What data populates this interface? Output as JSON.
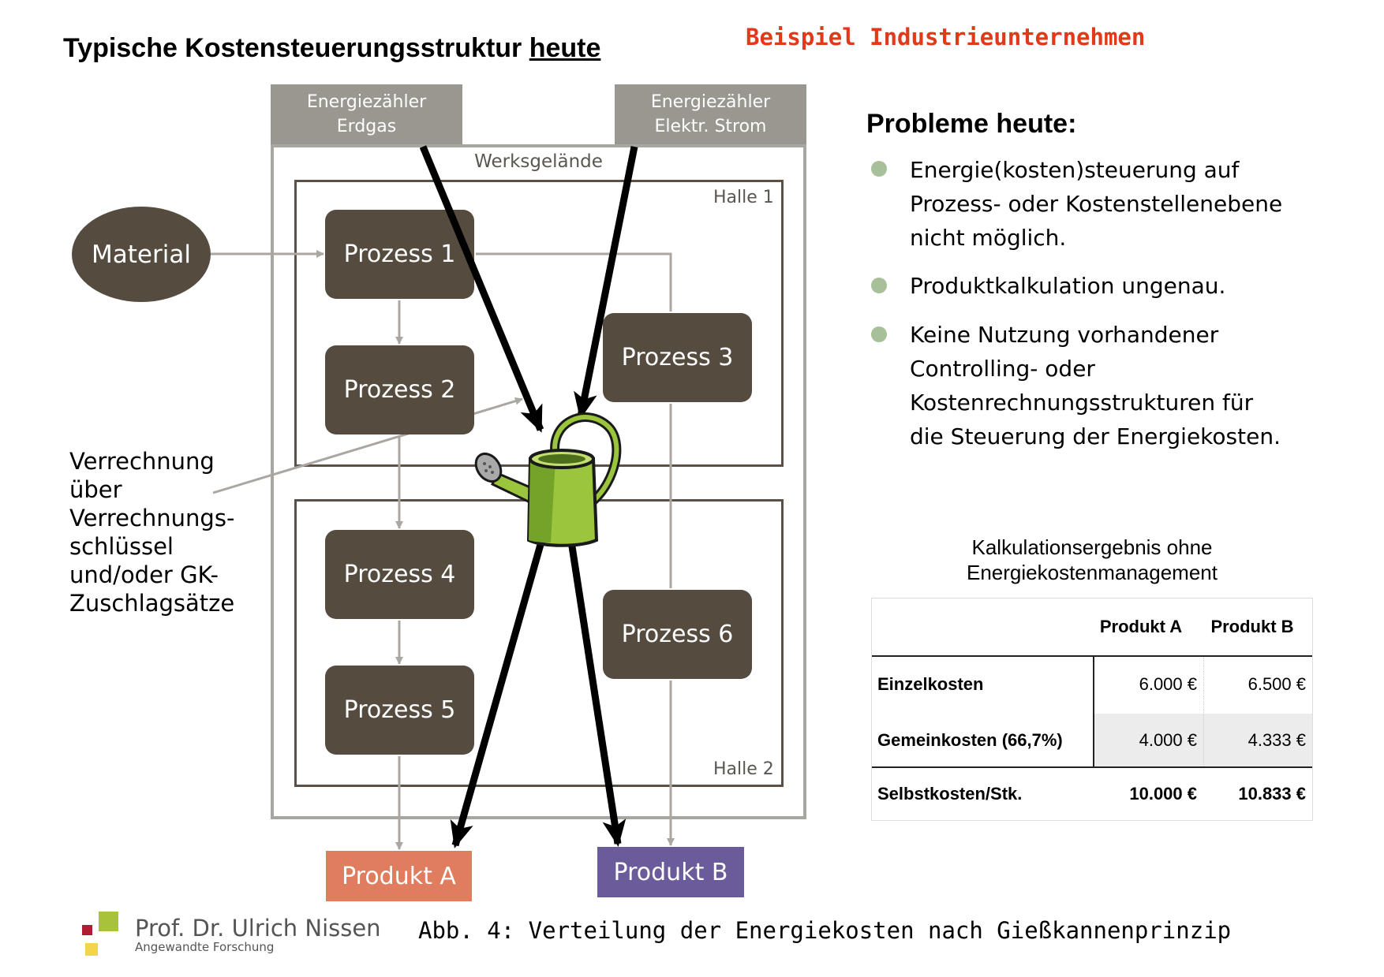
{
  "header": {
    "title_main": "Typische Kostensteuerungsstruktur",
    "title_underlined": "heute",
    "example_label": "Beispiel Industrieunternehmen"
  },
  "diagram": {
    "meter_gas": [
      "Energiezähler",
      "Erdgas"
    ],
    "meter_power": [
      "Energiezähler",
      "Elektr. Strom"
    ],
    "site_label": "Werksgelände",
    "hall1_label": "Halle 1",
    "hall2_label": "Halle 2",
    "material_label": "Material",
    "processes": [
      "Prozess 1",
      "Prozess 2",
      "Prozess 3",
      "Prozess 4",
      "Prozess 5",
      "Prozess 6"
    ],
    "product_a": "Produkt A",
    "product_b": "Produkt B",
    "allocation_note": [
      "Verrechnung",
      "über",
      "Verrechnungs-",
      "schlüssel",
      "und/oder GK-",
      "Zuschlagsätze"
    ],
    "watering_can_icon": "watering-can-icon",
    "colors": {
      "process_fill": "#554b3f",
      "meter_fill": "#9a9790",
      "product_a": "#e07d5f",
      "product_b": "#6b5b9a",
      "watering_can": "#9bc53d",
      "example_label": "#e03a1a"
    }
  },
  "problems": {
    "heading": "Probleme heute:",
    "items": [
      [
        "Energie(kosten)steuerung auf",
        "Prozess- oder Kostenstellenebene",
        "nicht möglich."
      ],
      [
        "Produktkalkulation ungenau."
      ],
      [
        "Keine Nutzung vorhandener",
        "Controlling- oder",
        "Kostenrechnungsstrukturen für",
        "die Steuerung der Energiekosten."
      ]
    ]
  },
  "calc_table": {
    "caption": [
      "Kalkulationsergebnis ohne",
      "Energiekostenmanagement"
    ],
    "columns": [
      "Produkt A",
      "Produkt B"
    ],
    "rows": [
      {
        "label": "Einzelkosten",
        "a": "6.000 €",
        "b": "6.500 €"
      },
      {
        "label": "Gemeinkosten (66,7%)",
        "a": "4.000 €",
        "b": "4.333 €"
      },
      {
        "label": "Selbstkosten/Stk.",
        "a": "10.000 €",
        "b": "10.833 €"
      }
    ]
  },
  "footer": {
    "logo_name": "Prof. Dr. Ulrich Nissen",
    "logo_sub": "Angewandte Forschung",
    "figure_caption": "Abb. 4: Verteilung der Energiekosten nach Gießkannenprinzip"
  }
}
